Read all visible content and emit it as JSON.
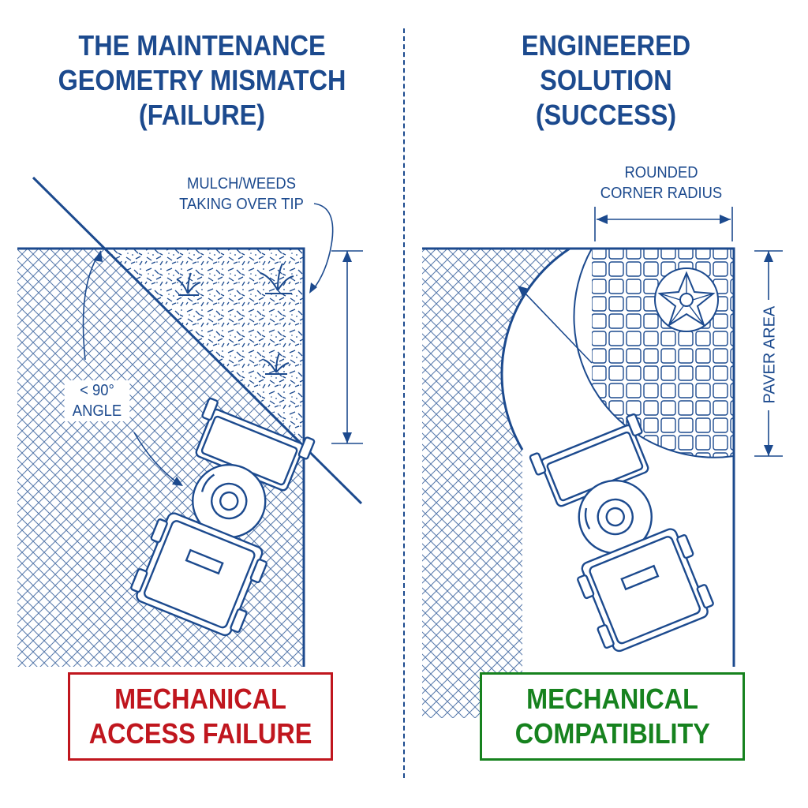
{
  "colors": {
    "ink": "#1c4a8e",
    "fail": "#c0161e",
    "success": "#16821e"
  },
  "left": {
    "title": [
      "THE MAINTENANCE",
      "GEOMETRY MISMATCH",
      "(FAILURE)"
    ],
    "weed_note": [
      "MULCH/WEEDS",
      "TAKING OVER TIP"
    ],
    "angle_note": [
      "< 90°",
      "ANGLE"
    ],
    "verdict": [
      "MECHANICAL",
      "ACCESS FAILURE"
    ]
  },
  "right": {
    "title": [
      "ENGINEERED",
      "SOLUTION",
      "(SUCCESS)"
    ],
    "radius_note": [
      "ROUNDED",
      "CORNER RADIUS"
    ],
    "paver_label": "PAVER AREA",
    "verdict": [
      "MECHANICAL",
      "COMPATIBILITY"
    ]
  },
  "icons": [
    "lawn-mower-icon",
    "weed-icon",
    "flower-icon"
  ]
}
